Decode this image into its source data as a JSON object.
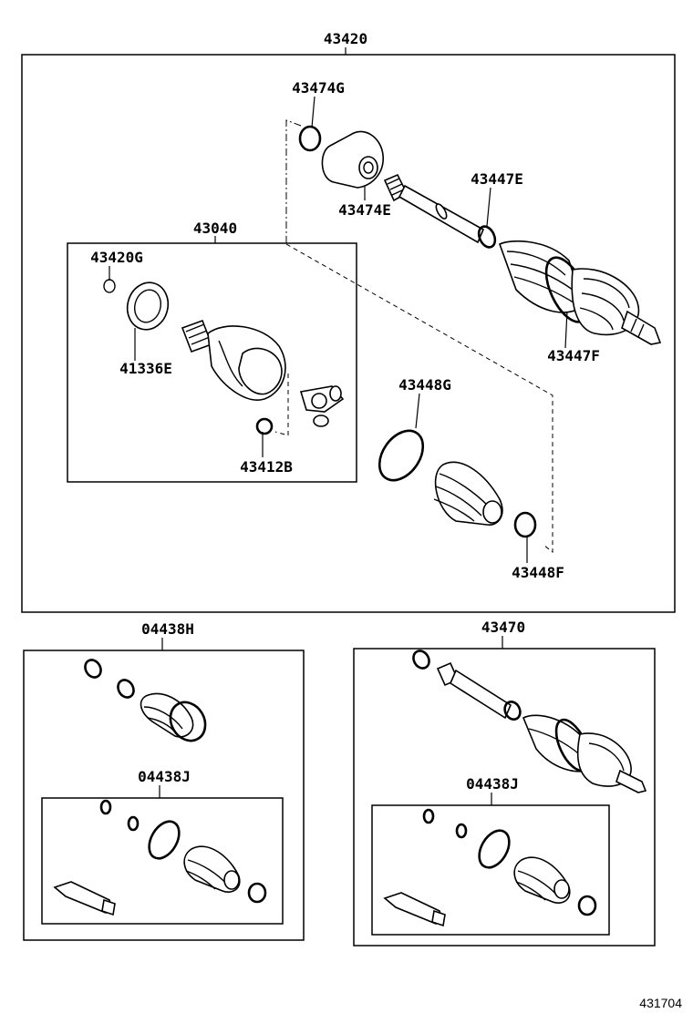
{
  "labels": {
    "assy_main": "43420",
    "clamp_474g": "43474G",
    "damper_474e": "43474E",
    "band_447e": "43447E",
    "joint_43040": "43040",
    "ring_420g": "43420G",
    "boot_447f": "43447F",
    "bush_41336e": "41336E",
    "band_448g": "43448G",
    "clip_412b": "43412B",
    "band_448f": "43448F",
    "kit_438h": "04438H",
    "assy_470": "43470",
    "kit_438j_left": "04438J",
    "kit_438j_right": "04438J"
  },
  "figure_number": "431704"
}
